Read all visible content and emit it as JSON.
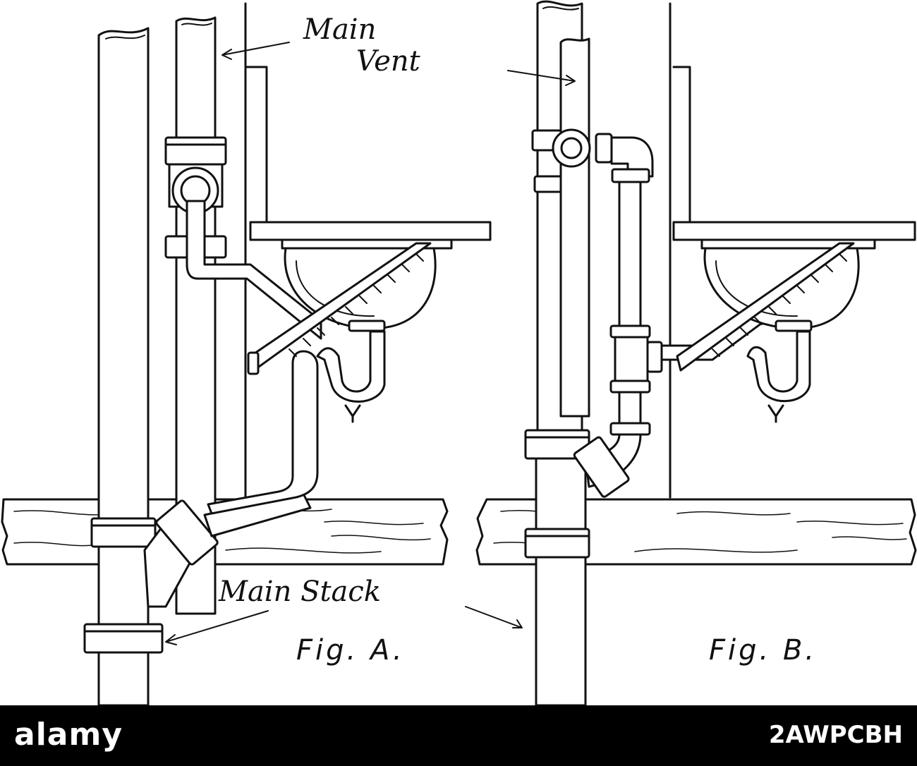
{
  "labels": {
    "main_vent": [
      "Main",
      "Vent"
    ],
    "main_stack": "Main Stack",
    "fig_a": "Fig. A.",
    "fig_b": "Fig. B."
  },
  "footer": {
    "logo": "alamy",
    "image_id": "2AWPCBH"
  },
  "colors": {
    "ink": "#111111",
    "paper": "#ffffff",
    "footer_bg": "#000000",
    "footer_text": "#ffffff"
  }
}
